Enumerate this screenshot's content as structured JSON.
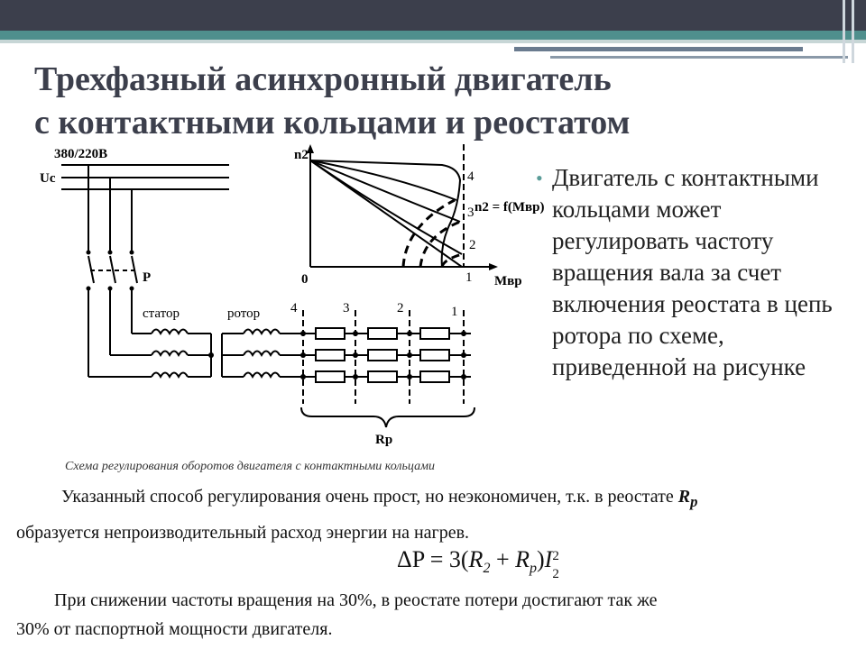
{
  "title": {
    "line1": "Трехфазный асинхронный двигатель",
    "line2": "с контактными кольцами и реостатом"
  },
  "diagram": {
    "supply_label": "380/220В",
    "uc_label": "Uc",
    "switch_label": "P",
    "stator_label": "статор",
    "rotor_label": "ротор",
    "rheostat_label": "Rр",
    "tap_labels": [
      "4",
      "3",
      "2",
      "1"
    ]
  },
  "graph": {
    "y_axis_label": "n2",
    "x_axis_label": "Mвр",
    "origin_label": "0",
    "formula_label": "n2 = f(Mвр)",
    "curve_labels": [
      "4",
      "3",
      "2",
      "1"
    ]
  },
  "bullet_text": "Двигатель с контактными кольцами может регулировать частоту вращения вала за счет включения реостата в цепь ротора по схеме, приведенной на рисунке",
  "caption": "Схема регулирования оборотов двигателя с контактными кольцами",
  "para1": {
    "line1": "Указанный способ регулирования очень прост, но неэкономичен, т.к. в реостате",
    "r_symbol": "R",
    "r_sub": "р",
    "line2": "образуется непроизводительный расход энергии на нагрев."
  },
  "formula": {
    "lhs": "ΔP = 3(",
    "r2": "R",
    "r2_sub": "2",
    "plus": " + ",
    "rp": "R",
    "rp_sub": "p",
    "close": ")",
    "i2": "I",
    "i2_sup": "2",
    "i2_sub": "2"
  },
  "para2": {
    "line1": "При снижении частоты вращения на 30%, в реостате потери достигают так же",
    "line2": "30% от паспортной мощности двигателя."
  },
  "colors": {
    "top_bar": "#3c3f4c",
    "accent_stripe": "#4f8f8d",
    "title": "#3c3f4c",
    "bullet": "#5a9c98"
  }
}
